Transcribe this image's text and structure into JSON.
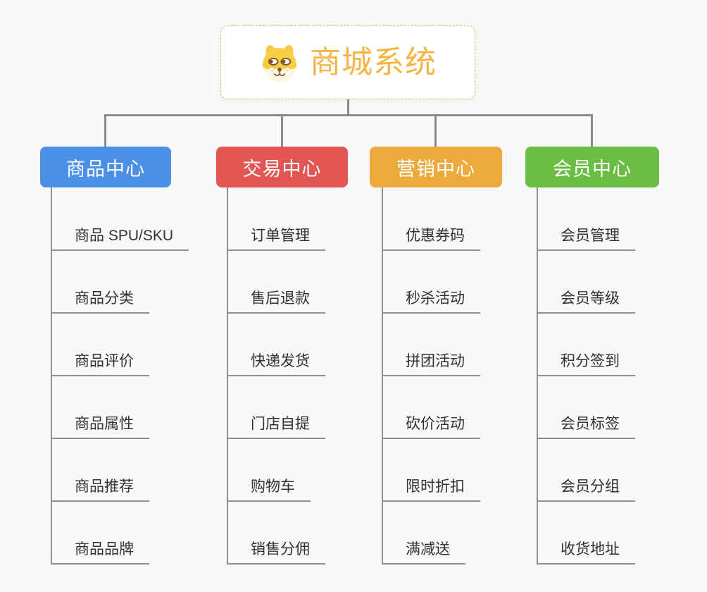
{
  "root": {
    "label": "商城系统",
    "icon": "shiba-dog-icon",
    "accent_color": "#F5B545",
    "border_color": "#F3BA63"
  },
  "connector_color": "#8A8A8A",
  "branches": [
    {
      "label": "商品中心",
      "color": "#4D90E8",
      "children": [
        "商品 SPU/SKU",
        "商品分类",
        "商品评价",
        "商品属性",
        "商品推荐",
        "商品品牌"
      ]
    },
    {
      "label": "交易中心",
      "color": "#E25754",
      "children": [
        "订单管理",
        "售后退款",
        "快递发货",
        "门店自提",
        "购物车",
        "销售分佣"
      ]
    },
    {
      "label": "营销中心",
      "color": "#ECAA3C",
      "children": [
        "优惠券码",
        "秒杀活动",
        "拼团活动",
        "砍价活动",
        "限时折扣",
        "满减送"
      ]
    },
    {
      "label": "会员中心",
      "color": "#6BBE44",
      "children": [
        "会员管理",
        "会员等级",
        "积分签到",
        "会员标签",
        "会员分组",
        "收货地址"
      ]
    }
  ]
}
